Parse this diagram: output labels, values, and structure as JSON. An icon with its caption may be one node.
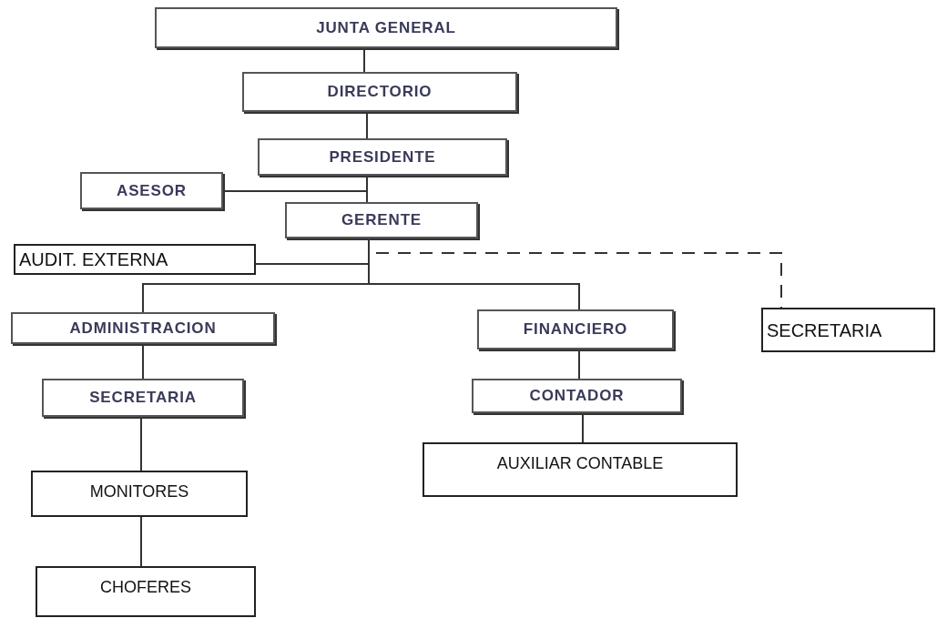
{
  "diagram": {
    "nodes": [
      {
        "text": [
          "JUNTA GENERAL"
        ]
      },
      {
        "text": [
          "DIRECTORIO"
        ]
      },
      {
        "text": [
          "PRESIDENTE"
        ]
      },
      {
        "text": [
          "ASESOR"
        ]
      },
      {
        "text": [
          "GERENTE"
        ]
      },
      {
        "text": [
          "AUDIT. EXTERNA"
        ]
      },
      {
        "text": [
          "ADMINISTRACION"
        ]
      },
      {
        "text": [
          "FINANCIERO"
        ]
      },
      {
        "text": [
          "SECRETARIA"
        ]
      },
      {
        "text": [
          "SECRETARIA"
        ]
      },
      {
        "text": [
          "CONTADOR"
        ]
      },
      {
        "text": [
          "AUXILIAR CONTABLE"
        ]
      },
      {
        "text": [
          "MONITORES"
        ]
      },
      {
        "text": [
          "CHOFERES"
        ]
      }
    ],
    "edges": [
      {
        "from": 0,
        "to": 1,
        "arrow": "none"
      },
      {
        "from": 1,
        "to": 2,
        "arrow": "none"
      },
      {
        "from": 2,
        "to": 4,
        "arrow": "none"
      },
      {
        "from": 3,
        "to": 2,
        "arrow": "none"
      },
      {
        "from": 4,
        "to": 5,
        "arrow": "none"
      },
      {
        "from": 4,
        "to": 6,
        "arrow": "none"
      },
      {
        "from": 4,
        "to": 7,
        "arrow": "none"
      },
      {
        "from": 4,
        "to": 8,
        "arrow": "none",
        "style": "dashed"
      },
      {
        "from": 6,
        "to": 9,
        "arrow": "none"
      },
      {
        "from": 9,
        "to": 12,
        "arrow": "none"
      },
      {
        "from": 12,
        "to": 13,
        "arrow": "none"
      },
      {
        "from": 7,
        "to": 10,
        "arrow": "none"
      },
      {
        "from": 10,
        "to": 11,
        "arrow": "none"
      }
    ]
  }
}
